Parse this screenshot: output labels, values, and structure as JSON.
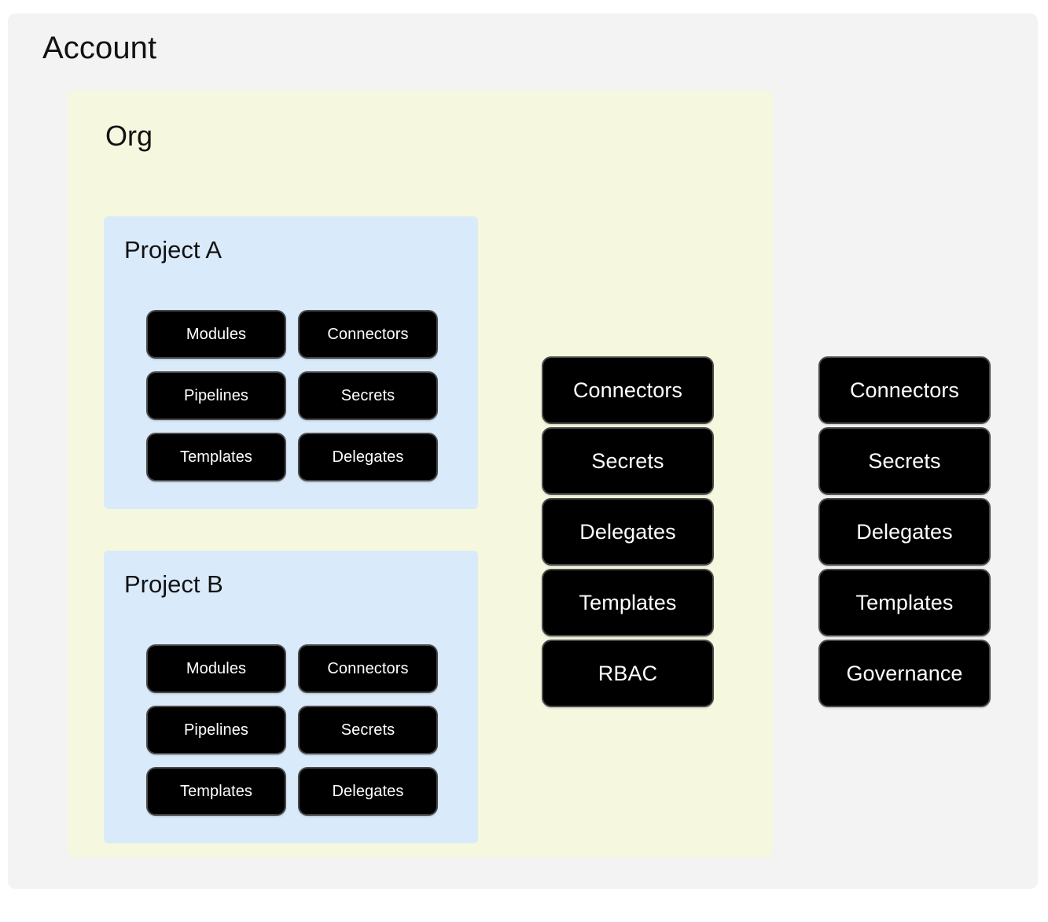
{
  "account": {
    "title": "Account",
    "background_color": "#f3f3f3"
  },
  "org": {
    "title": "Org",
    "background_color": "#f5f7df"
  },
  "projects": [
    {
      "title": "Project A",
      "background_color": "#d9eafb",
      "resources": [
        "Modules",
        "Connectors",
        "Pipelines",
        "Secrets",
        "Templates",
        "Delegates"
      ]
    },
    {
      "title": "Project B",
      "background_color": "#d9eafb",
      "resources": [
        "Modules",
        "Connectors",
        "Pipelines",
        "Secrets",
        "Templates",
        "Delegates"
      ]
    }
  ],
  "org_level_resources": [
    "Connectors",
    "Secrets",
    "Delegates",
    "Templates",
    "RBAC"
  ],
  "account_level_resources": [
    "Connectors",
    "Secrets",
    "Delegates",
    "Templates",
    "Governance"
  ],
  "colors": {
    "chip_fill": "#000000",
    "chip_text": "#ffffff",
    "chip_outline": "#4a4a4a",
    "page_background": "#ffffff",
    "heading_text": "#121212"
  }
}
